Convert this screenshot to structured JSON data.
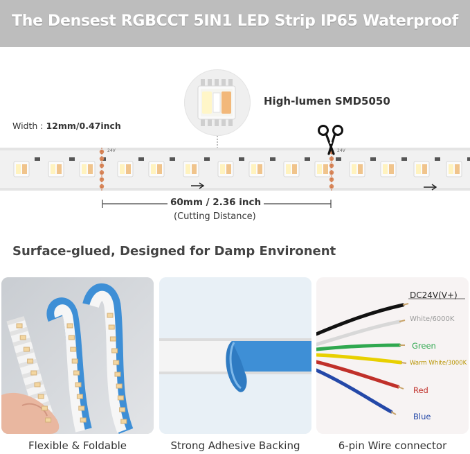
{
  "banner": {
    "title": "The Densest RGBCCT 5IN1 LED Strip IP65 Waterproof"
  },
  "strip": {
    "width_prefix": "Width : ",
    "width_value": "12mm/0.47inch",
    "chip_label": "High-lumen SMD5050",
    "cut_distance": "60mm / 2.36 inch",
    "cut_note": "(Cutting Distance)",
    "pad_voltage": "24V",
    "scissors_icon": "scissors-icon"
  },
  "section": {
    "title": "Surface-glued, Designed for Damp Environent"
  },
  "panels": [
    {
      "caption": "Flexible & Foldable"
    },
    {
      "caption": "Strong Adhesive Backing"
    },
    {
      "caption": "6-pin Wire connector"
    }
  ],
  "wires": [
    {
      "label": "DC24V(V+)",
      "color": "#111111"
    },
    {
      "label": "White/6000K",
      "color": "#d8d8d8"
    },
    {
      "label": "Green",
      "color": "#2fa84f"
    },
    {
      "label": "Warm White/3000K",
      "color": "#e8d000"
    },
    {
      "label": "Red",
      "color": "#c0302a"
    },
    {
      "label": "Blue",
      "color": "#2448a8"
    }
  ],
  "colors": {
    "banner_bg": "#bdbdbd",
    "tape_blue": "#3e8fd6",
    "copper": "#d9875a"
  }
}
